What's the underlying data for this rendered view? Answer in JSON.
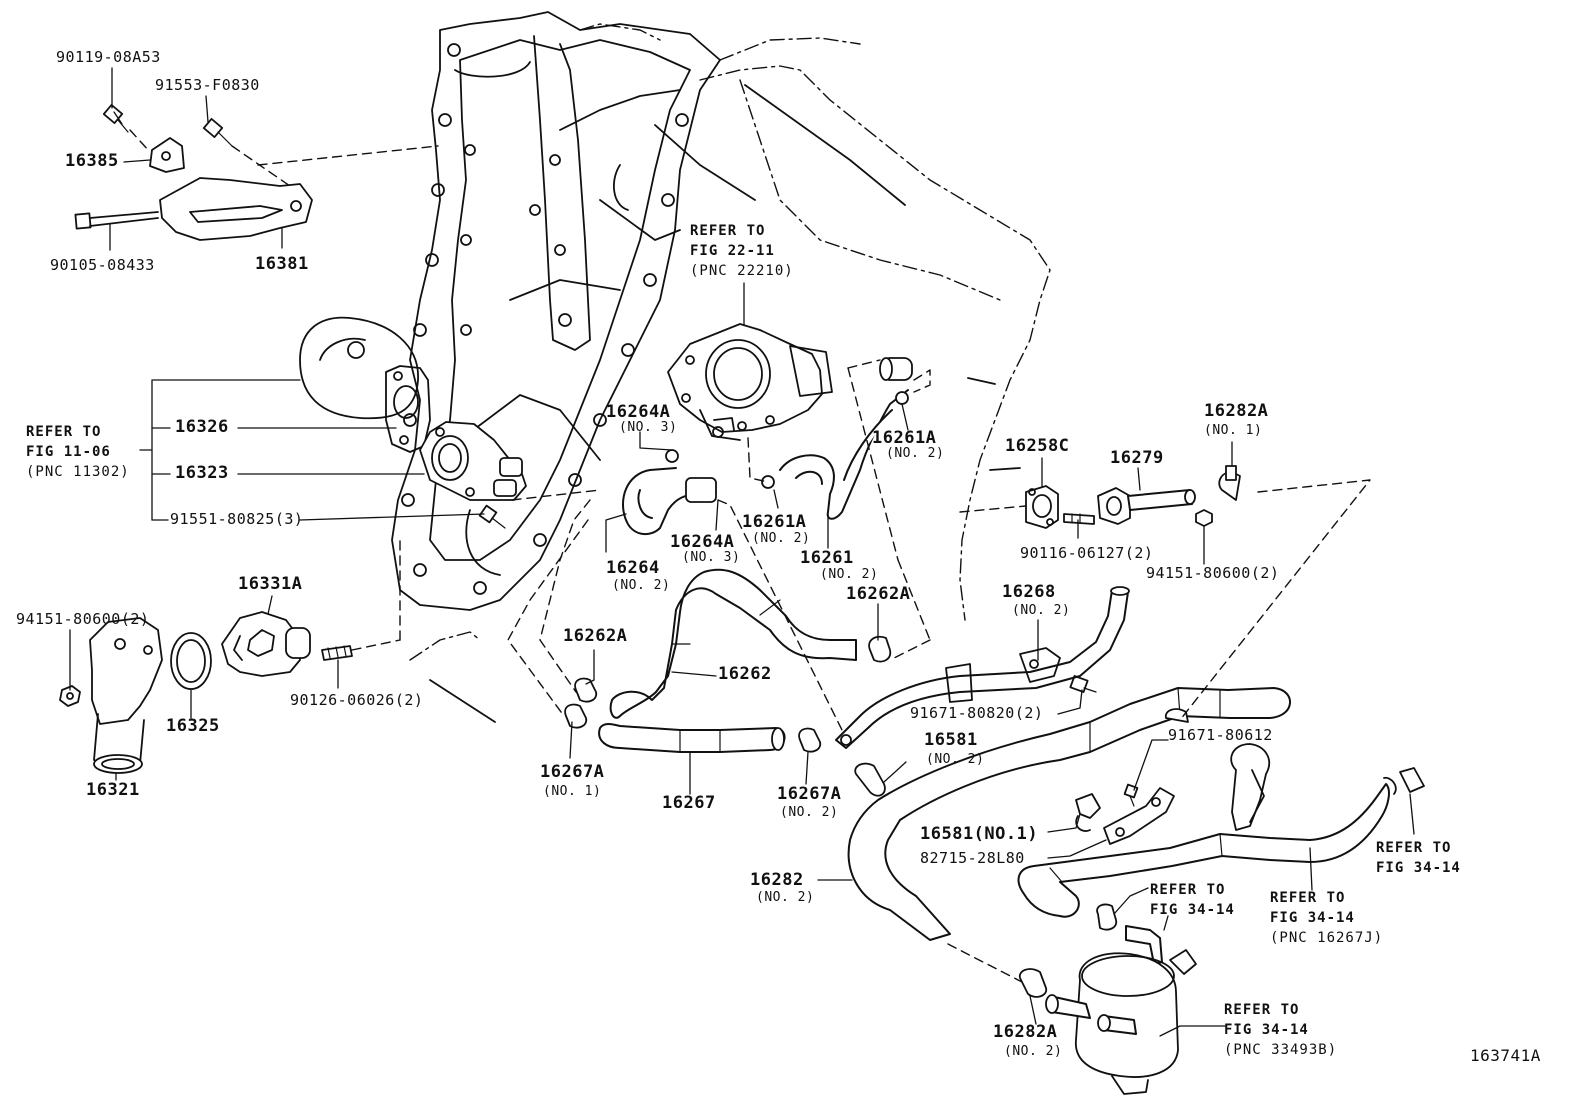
{
  "figure_id": "163741A",
  "parts": {
    "p90119": "90119-08A53",
    "p91553": "91553-F0830",
    "p16385": "16385",
    "p90105": "90105-08433",
    "p16381": "16381",
    "p16326": "16326",
    "p16323": "16323",
    "p91551": "91551-80825(3)",
    "p16331A": "16331A",
    "p94151_left": "94151-80600(2)",
    "p16325": "16325",
    "p16321": "16321",
    "p90126": "90126-06026(2)",
    "p16264A_a": "16264A",
    "p16264A_a_no": "(NO. 3)",
    "p16264": "16264",
    "p16264_no": "(NO. 2)",
    "p16264A_b": "16264A",
    "p16264A_b_no": "(NO. 3)",
    "p16261A_a": "16261A",
    "p16261A_a_no": "(NO. 2)",
    "p16261A_b": "16261A",
    "p16261A_b_no": "(NO. 2)",
    "p16261": "16261",
    "p16261_no": "(NO. 2)",
    "p16262A_a": "16262A",
    "p16262A_b": "16262A",
    "p16262": "16262",
    "p16267A_a": "16267A",
    "p16267A_a_no": "(NO. 1)",
    "p16267": "16267",
    "p16267A_b": "16267A",
    "p16267A_b_no": "(NO. 2)",
    "p16258C": "16258C",
    "p16279": "16279",
    "p16282A_top": "16282A",
    "p16282A_top_no": "(NO. 1)",
    "p90116": "90116-06127(2)",
    "p94151_right": "94151-80600(2)",
    "p16268": "16268",
    "p16268_no": "(NO. 2)",
    "p91671_80820": "91671-80820(2)",
    "p16581": "16581",
    "p16581_no": "(NO. 2)",
    "p91671_80612": "91671-80612",
    "p16581_no1": "16581(NO.1)",
    "p82715": "82715-28L80",
    "p16282": "16282",
    "p16282_no": "(NO. 2)",
    "p16282A_bot": "16282A",
    "p16282A_bot_no": "(NO. 2)"
  },
  "refs": {
    "throttle_l1": "REFER TO",
    "throttle_l2": "FIG 22-11",
    "throttle_l3": "(PNC 22210)",
    "pump_l1": "REFER TO",
    "pump_l2": "FIG 11-06",
    "pump_l3": "(PNC 11302)",
    "r3414a_l1": "REFER TO",
    "r3414a_l2": "FIG 34-14",
    "r3414b_l1": "REFER TO",
    "r3414b_l2": "FIG 34-14",
    "r3414c_l1": "REFER TO",
    "r3414c_l2": "FIG 34-14",
    "r3414c_l3": "(PNC 16267J)",
    "r3414d_l1": "REFER TO",
    "r3414d_l2": "FIG 34-14",
    "r3414d_l3": "(PNC 33493B)"
  }
}
